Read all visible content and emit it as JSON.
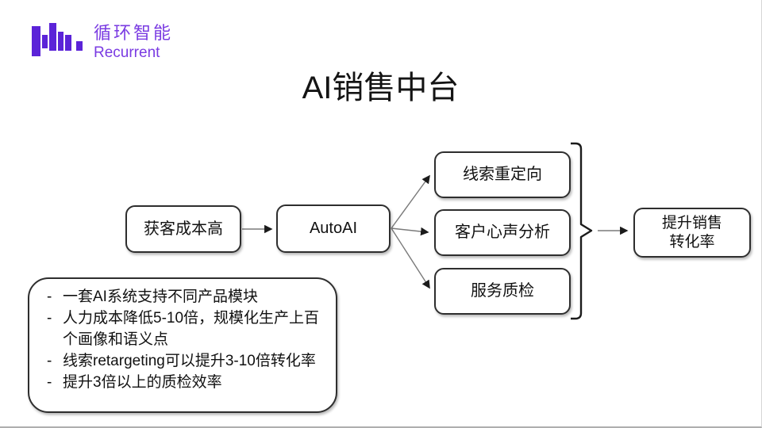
{
  "brand": {
    "name_zh": "循环智能",
    "name_en": "Recurrent",
    "icon_color": "#5b23d8",
    "text_color": "#7a3be2"
  },
  "title": "AI销售中台",
  "diagram": {
    "pain": "获客成本高",
    "engine": "AutoAI",
    "modules": [
      "线索重定向",
      "客户心声分析",
      "服务质检"
    ],
    "outcome_lines": [
      "提升销售",
      "转化率"
    ],
    "line_color": "#7a7a7a",
    "arrow_color": "#1b1b1b"
  },
  "notes": {
    "marker": "-",
    "items": [
      "一套AI系统支持不同产品模块",
      "人力成本降低5-10倍，规模化生产上百个画像和语义点",
      "线索retargeting可以提升3-10倍转化率",
      "提升3倍以上的质检效率"
    ]
  }
}
